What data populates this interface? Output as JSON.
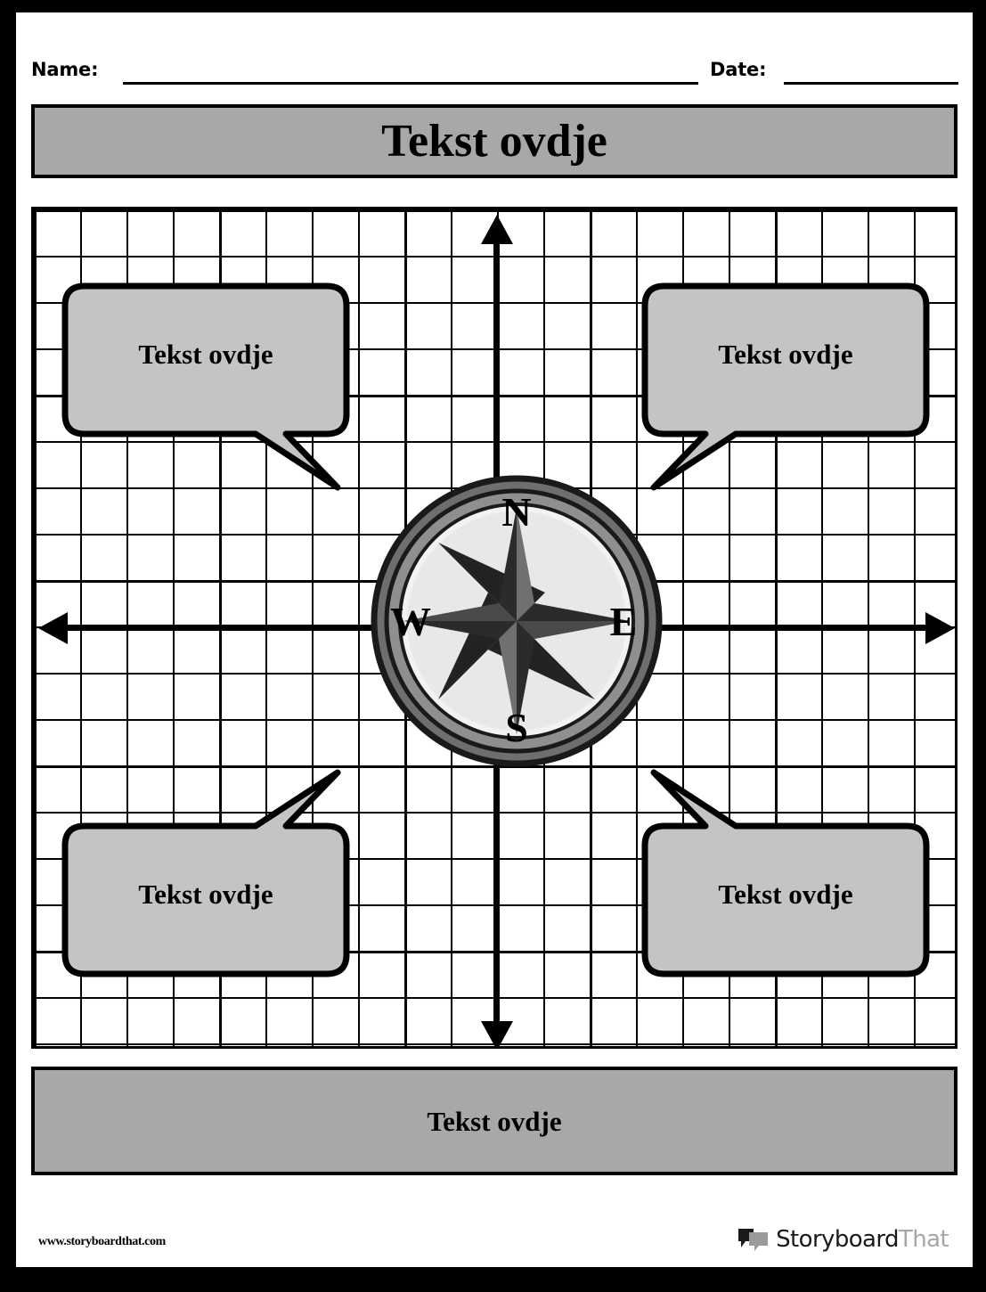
{
  "header": {
    "name_label": "Name:",
    "date_label": "Date:"
  },
  "title_banner": {
    "text": "Tekst ovdje"
  },
  "bottom_banner": {
    "text": "Tekst ovdje"
  },
  "compass": {
    "north_label": "N",
    "east_label": "E",
    "south_label": "S",
    "west_label": "W",
    "bezel_outer_color": "#6e6e6e",
    "bezel_mid_color": "#8f8f8f",
    "face_color": "#e8e8e8",
    "rose_dark_color": "#2b2b2b",
    "rose_light_color": "#707070"
  },
  "bubbles": [
    {
      "position": "top-left",
      "text": "Tekst ovdje",
      "tail": "down-right"
    },
    {
      "position": "top-right",
      "text": "Tekst ovdje",
      "tail": "down-left"
    },
    {
      "position": "bottom-left",
      "text": "Tekst ovdje",
      "tail": "up-right"
    },
    {
      "position": "bottom-right",
      "text": "Tekst ovdje",
      "tail": "up-left"
    }
  ],
  "footer": {
    "url": "www.storyboardthat.com",
    "logo_word_dark": "Storyboard",
    "logo_word_light": "That"
  },
  "colors": {
    "banner_fill": "#a8a8a8",
    "bubble_fill": "#c4c4c4",
    "stroke": "#000000",
    "page_background": "#ffffff",
    "frame": "#000000"
  }
}
